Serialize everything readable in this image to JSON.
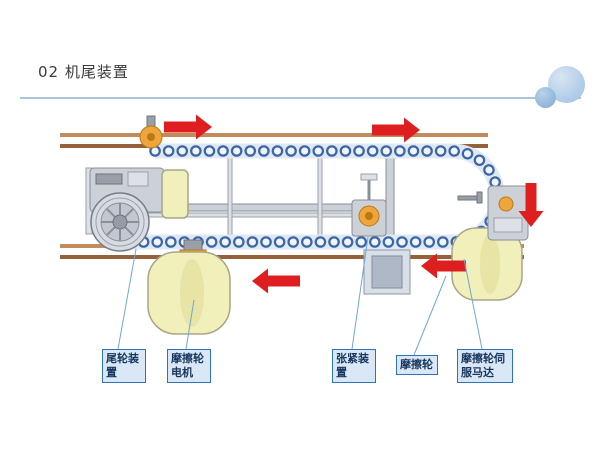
{
  "slide": {
    "title": "02 机尾装置"
  },
  "colors": {
    "arrow_red": "#df1f1f",
    "label_fill": "#d9e7f6",
    "label_border": "#2e74b5",
    "label_text": "#17365d",
    "chain_blue": "#3a66a8",
    "wheel_yellow": "#f1efba",
    "rail_copper_light": "#c08c5e",
    "rail_copper_dark": "#96603a",
    "accent_orange": "#f0a53c",
    "divider": "#aac4de"
  },
  "callouts": [
    {
      "text": "尾轮装置",
      "target": "tail-wheel-assembly"
    },
    {
      "text": "摩擦轮电机",
      "target": "friction-wheel-motor"
    },
    {
      "text": "张紧装置",
      "target": "tension-device"
    },
    {
      "text": "摩擦轮",
      "target": "friction-wheel"
    },
    {
      "text": "摩擦轮伺服马达",
      "target": "friction-wheel-servo-motor"
    }
  ],
  "flow_arrows": [
    {
      "position": "top-left",
      "direction": "right"
    },
    {
      "position": "top-center",
      "direction": "right"
    },
    {
      "position": "right",
      "direction": "down"
    },
    {
      "position": "bottom-center",
      "direction": "left"
    },
    {
      "position": "bottom-right",
      "direction": "left"
    }
  ]
}
